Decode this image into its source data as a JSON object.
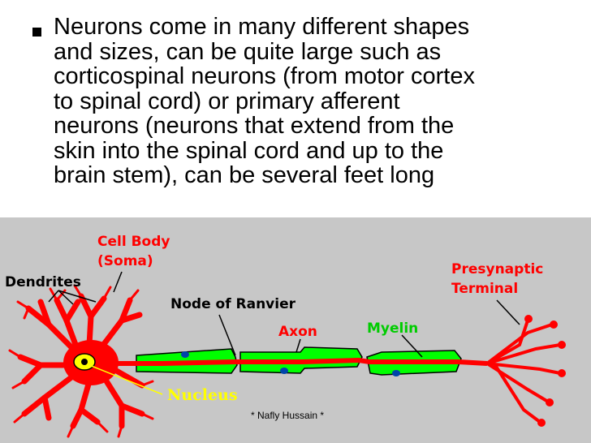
{
  "slide": {
    "bullet_lines": [
      "Neurons come in many different shapes",
      "and sizes, can be quite large such as",
      "corticospinal neurons (from motor cortex",
      "to spinal cord) or primary afferent",
      "neurons (neurons that extend from the",
      "skin into the spinal cord and up to the",
      "brain stem), can be several feet long"
    ]
  },
  "diagram": {
    "labels": {
      "cell_body_1": "Cell Body",
      "cell_body_2": "(Soma)",
      "dendrites": "Dendrites",
      "node_of_ranvier": "Node of Ranvier",
      "axon": "Axon",
      "myelin": "Myelin",
      "presynaptic_1": "Presynaptic",
      "presynaptic_2": "Terminal",
      "nucleus": "Nucleus"
    },
    "colors": {
      "background": "#c7c7c7",
      "cell": "#ff0000",
      "myelin": "#00ff00",
      "nucleus": "#ffff00",
      "red_label": "#ff0000",
      "green_label": "#00cc00",
      "yellow_label": "#ffff00"
    },
    "credit": "* Nafly Hussain *"
  }
}
